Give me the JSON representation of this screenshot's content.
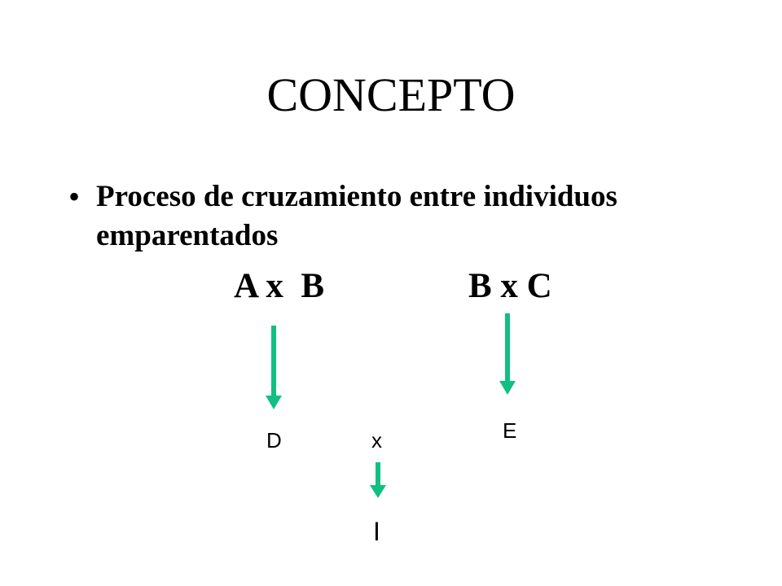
{
  "slide": {
    "title": "CONCEPTO",
    "bullet": {
      "marker": "•",
      "text": "Proceso de cruzamiento entre individuos emparentados"
    },
    "crosses": [
      "A x  B",
      "B x C"
    ],
    "offspring": {
      "left": "D",
      "cross_symbol": "x",
      "right": "E",
      "result": "I"
    },
    "colors": {
      "arrow": "#10c080",
      "text": "#000000",
      "background": "#ffffff"
    }
  }
}
